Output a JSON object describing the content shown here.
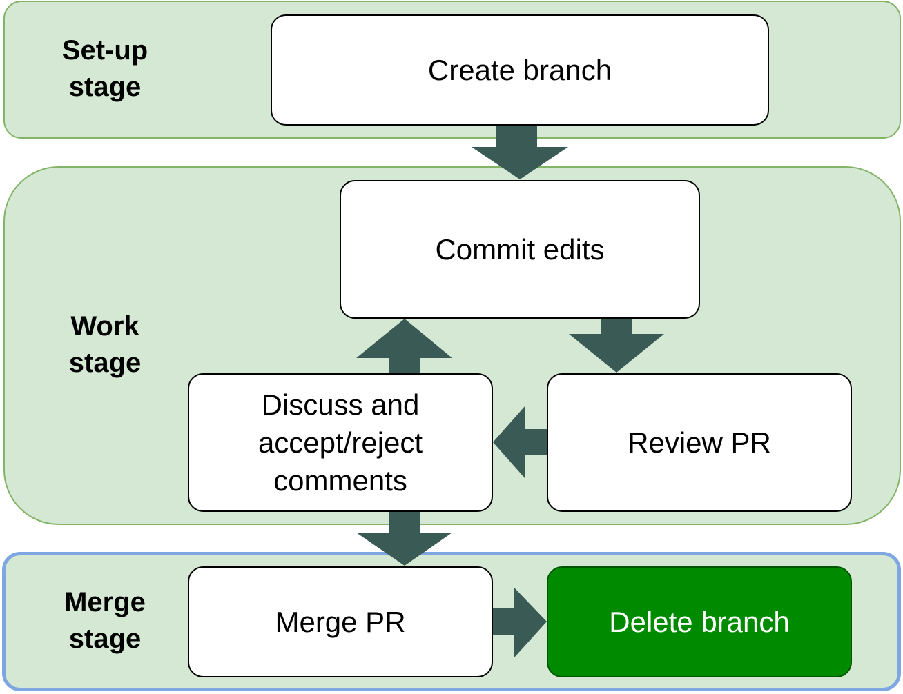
{
  "stages": {
    "setup": {
      "label": "Set-up\nstage"
    },
    "work": {
      "label": "Work\nstage"
    },
    "merge": {
      "label": "Merge\nstage"
    }
  },
  "steps": {
    "create_branch": "Create branch",
    "commit_edits": "Commit edits",
    "review_pr": "Review PR",
    "discuss": "Discuss and\naccept/reject\ncomments",
    "merge_pr": "Merge PR",
    "delete_branch": "Delete branch"
  },
  "colors": {
    "stage_fill": "#d5e8d4",
    "stage_border": "#82b366",
    "merge_stage_border": "#7ea6e0",
    "arrow": "#395a55",
    "final_step_fill": "#008a00"
  }
}
